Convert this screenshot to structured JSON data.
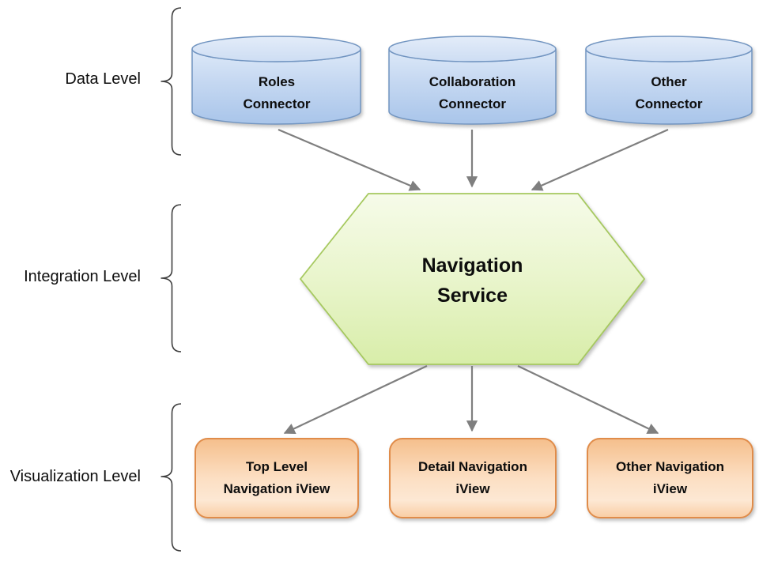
{
  "diagram": {
    "levels": {
      "data": {
        "label": "Data Level"
      },
      "integration": {
        "label": "Integration Level"
      },
      "visualization": {
        "label": "Visualization Level"
      }
    },
    "data_nodes": {
      "roles": {
        "line1": "Roles",
        "line2": "Connector"
      },
      "collaboration": {
        "line1": "Collaboration",
        "line2": "Connector"
      },
      "other": {
        "line1": "Other",
        "line2": "Connector"
      }
    },
    "service_node": {
      "line1": "Navigation",
      "line2": "Service"
    },
    "viz_nodes": {
      "top": {
        "line1": "Top Level",
        "line2": "Navigation iView"
      },
      "detail": {
        "line1": "Detail Navigation",
        "line2": "iView"
      },
      "other": {
        "line1": "Other Navigation",
        "line2": "iView"
      }
    },
    "colors": {
      "cylinder_fill_top": "#dde9f8",
      "cylinder_fill_bottom": "#a9c5ea",
      "cylinder_stroke": "#7295c1",
      "hexagon_fill_top": "#f6fbe9",
      "hexagon_fill_bottom": "#d8eda9",
      "hexagon_stroke": "#a6c95f",
      "box_fill_top": "#f5bf8c",
      "box_fill_mid": "#fcdfc3",
      "box_fill_bottom": "#f9cda3",
      "box_stroke": "#e08c4a",
      "arrow_color": "#7f7f7f",
      "bracket_color": "#3f3f3f",
      "text_color": "#000000"
    }
  }
}
